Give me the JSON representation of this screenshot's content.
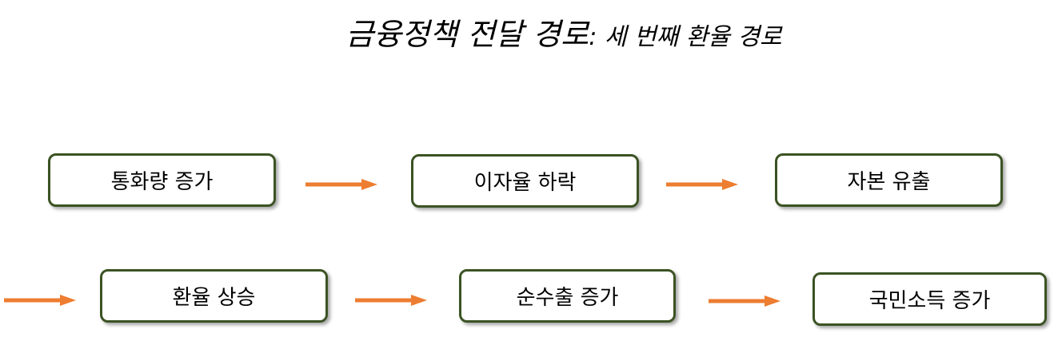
{
  "title": {
    "main": "금융정책 전달 경로",
    "sub": ": 세 번째 환율 경로"
  },
  "steps": [
    "통화량 증가",
    "이자율 하락",
    "자본 유출",
    "환율 상승",
    "순수출 증가",
    "국민소득 증가"
  ],
  "colors": {
    "box_border": "#3b5323",
    "arrow": "#ed7d31"
  }
}
